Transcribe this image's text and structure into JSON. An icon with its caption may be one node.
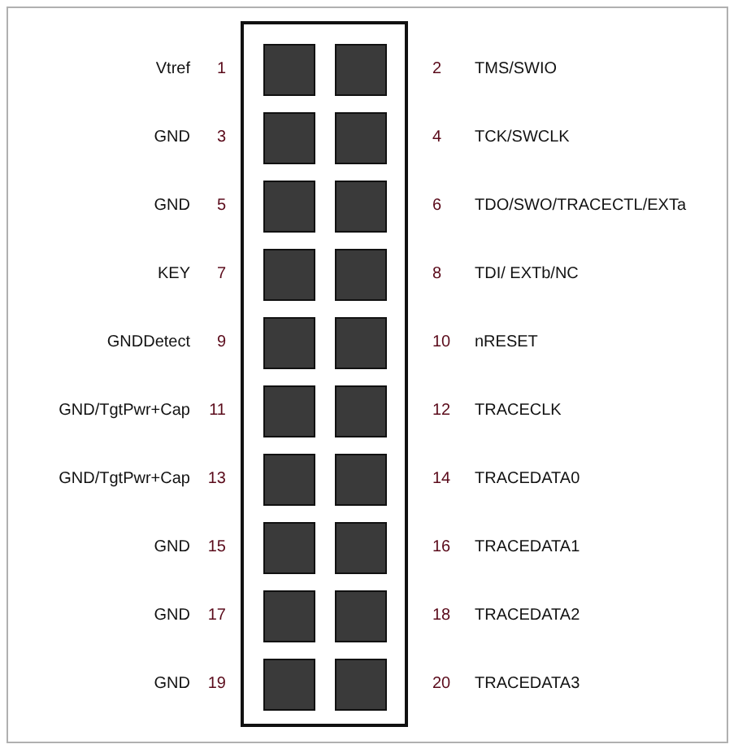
{
  "diagram": {
    "labels": [
      "Vtref",
      "1",
      "2",
      "TMS/SWIO",
      "GND",
      "3",
      "4",
      "TCK/SWCLK",
      "GND",
      "5",
      "6",
      "TDO/SWO/TRACECTL/EXTa",
      "KEY",
      "7",
      "8",
      "TDI/ EXTb/NC",
      "GNDDetect",
      "9",
      "10",
      "nRESET",
      "GND/TgtPwr+Cap",
      "11",
      "12",
      "TRACECLK",
      "GND/TgtPwr+Cap",
      "13",
      "14",
      "TRACEDATA0",
      "GND",
      "15",
      "16",
      "TRACEDATA1",
      "GND",
      "17",
      "18",
      "TRACEDATA2",
      "GND",
      "19",
      "20",
      "TRACEDATA3"
    ]
  }
}
